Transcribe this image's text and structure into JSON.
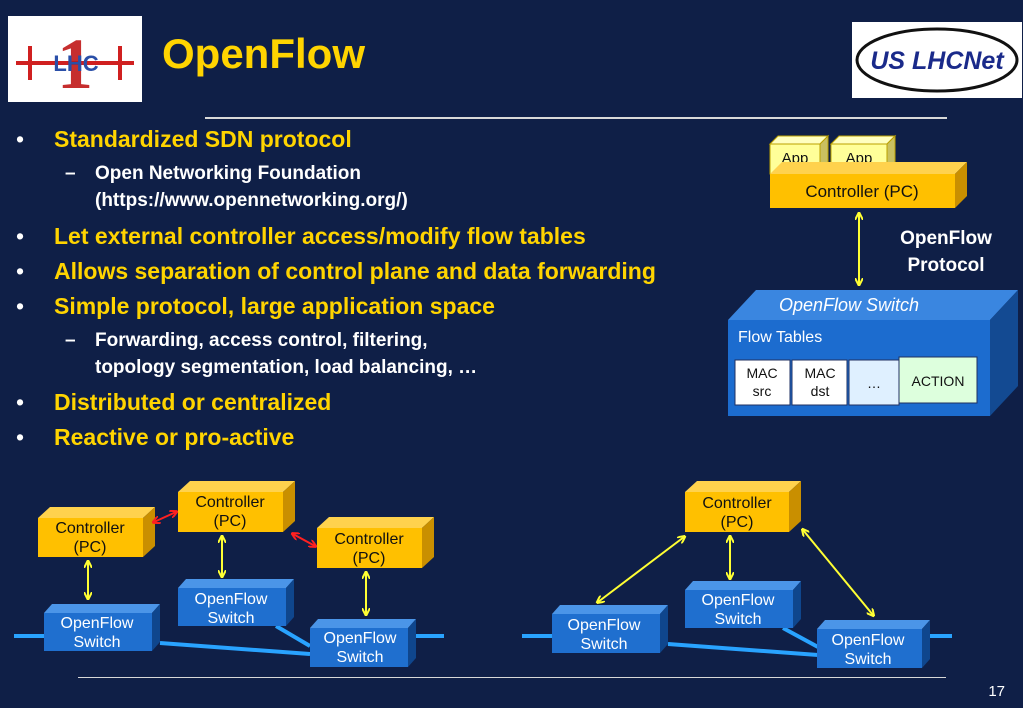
{
  "header": {
    "title": "OpenFlow",
    "lhc_logo_text": "LHC",
    "uslhcnet_logo_text": "US LHCNet"
  },
  "bullets": [
    {
      "text": "Standardized SDN protocol",
      "subs": [
        "Open Networking Foundation",
        "(https://www.opennetworking.org/)"
      ]
    },
    {
      "text": "Let external controller access/modify flow tables",
      "subs": []
    },
    {
      "text": "Allows separation of control plane and data forwarding",
      "subs": []
    },
    {
      "text": "Simple protocol, large application space",
      "subs": [
        "Forwarding, access control, filtering,",
        "topology segmentation, load balancing, …"
      ]
    },
    {
      "text": "Distributed or centralized",
      "subs": []
    },
    {
      "text": "Reactive or pro-active",
      "subs": []
    }
  ],
  "switch_diagram": {
    "app1": "App",
    "app2": "App",
    "controller": "Controller (PC)",
    "protocol_label_1": "OpenFlow",
    "protocol_label_2": "Protocol",
    "switch_title": "OpenFlow Switch",
    "flow_tables": "Flow Tables",
    "cells": [
      {
        "line1": "MAC",
        "line2": "src"
      },
      {
        "line1": "MAC",
        "line2": "dst"
      },
      {
        "line1": "…",
        "line2": ""
      }
    ],
    "action": "ACTION"
  },
  "distributed": {
    "controllers": [
      {
        "line1": "Controller",
        "line2": "(PC)"
      },
      {
        "line1": "Controller",
        "line2": "(PC)"
      },
      {
        "line1": "Controller",
        "line2": "(PC)"
      }
    ],
    "switches": [
      {
        "line1": "OpenFlow",
        "line2": "Switch"
      },
      {
        "line1": "OpenFlow",
        "line2": "Switch"
      },
      {
        "line1": "OpenFlow",
        "line2": "Switch"
      }
    ]
  },
  "centralized": {
    "controller": {
      "line1": "Controller",
      "line2": "(PC)"
    },
    "switches": [
      {
        "line1": "OpenFlow",
        "line2": "Switch"
      },
      {
        "line1": "OpenFlow",
        "line2": "Switch"
      },
      {
        "line1": "OpenFlow",
        "line2": "Switch"
      }
    ]
  },
  "page_number": "17",
  "colors": {
    "background": "#0f1f47",
    "title": "#ffd400",
    "controller_box": "#ffc000",
    "switch_box": "#1f6fcf",
    "arrow": "#ffff33",
    "red_arrow": "#ff2020",
    "link": "#29a3ff"
  }
}
